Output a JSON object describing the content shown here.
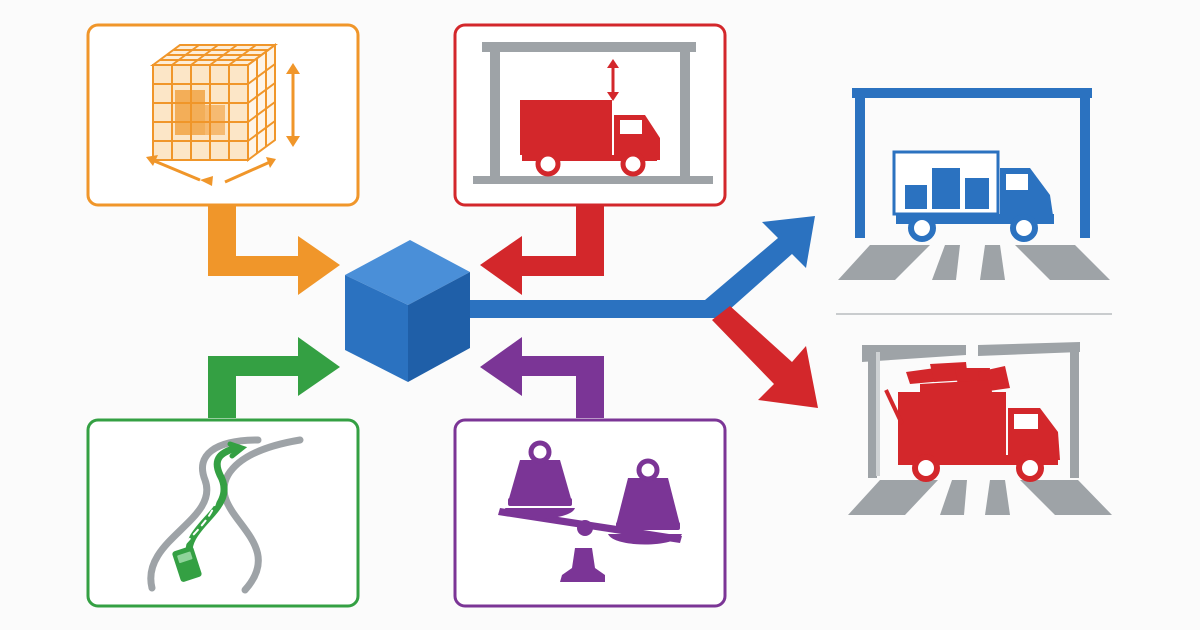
{
  "diagram": {
    "type": "flow-diagram",
    "colors": {
      "orange": "#f0962a",
      "red": "#d3272b",
      "blue": "#2b72c0",
      "green": "#34a043",
      "purple": "#7b3596",
      "gray": "#9ea3a7",
      "dark_gray": "#8f9498"
    },
    "inputs": [
      {
        "id": "volume",
        "icon": "3d-grid-cube-icon",
        "color": "orange"
      },
      {
        "id": "clearance",
        "icon": "truck-under-height-limit-icon",
        "color": "red"
      },
      {
        "id": "route",
        "icon": "winding-road-icon",
        "color": "green"
      },
      {
        "id": "weight",
        "icon": "balance-scale-weights-icon",
        "color": "purple"
      }
    ],
    "center": {
      "icon": "cube-icon",
      "color": "blue"
    },
    "outcomes": [
      {
        "id": "fits",
        "icon": "truck-fits-gate-icon",
        "color": "blue"
      },
      {
        "id": "overloaded",
        "icon": "truck-too-tall-gate-icon",
        "color": "red"
      }
    ]
  }
}
